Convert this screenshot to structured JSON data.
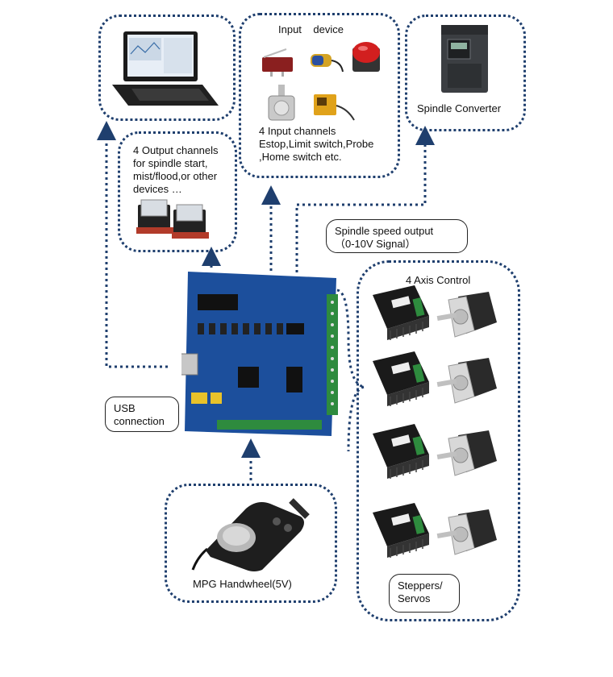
{
  "labels": {
    "input_device": "Input    device",
    "input_channels": "4 Input channels\nEstop,Limit switch,Probe\n,Home switch etc.",
    "spindle_converter": "Spindle Converter",
    "output_channels": "4 Output channels\nfor spindle start,\nmist/flood,or other\ndevices …",
    "spindle_speed": "Spindle speed output\n（0-10V Signal）",
    "axis_control": "4 Axis Control",
    "usb": "USB\nconnection",
    "mpg": "MPG Handwheel(5V)",
    "steppers": "Steppers/\nServos"
  },
  "colors": {
    "dotted_line": "#1f3f6e",
    "board": "#1c4f9c",
    "terminal": "#2e8b3e",
    "driver": "#1a1a1a",
    "motor_body": "#2a2a2a",
    "motor_face": "#d8d8d8"
  },
  "icons": [
    "laptop-icon",
    "micro-switch-icon",
    "proximity-sensor-icon",
    "estop-button-icon",
    "potentiometer-icon",
    "inductive-sensor-icon",
    "vfd-icon",
    "relay-icon",
    "control-board-icon",
    "stepper-driver-icon",
    "stepper-motor-icon",
    "mpg-handwheel-icon"
  ]
}
